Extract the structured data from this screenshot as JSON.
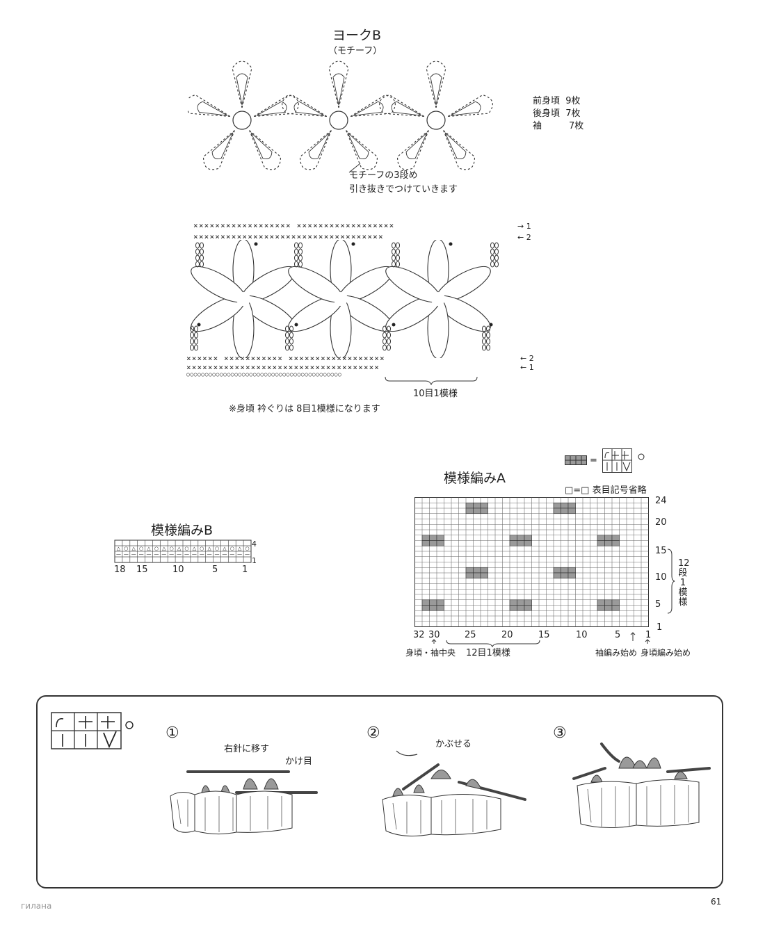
{
  "yoke": {
    "title": "ヨークB",
    "subtitle": "（モチーフ）",
    "counts": [
      {
        "part": "前身頃",
        "qty": "9枚"
      },
      {
        "part": "後身頃",
        "qty": "7枚"
      },
      {
        "part": "袖",
        "qty": "7枚"
      }
    ],
    "note_line1": "モチーフの3段め",
    "note_line2": "引き抜きでつけていきます"
  },
  "border": {
    "row_labels_top": [
      "1",
      "2"
    ],
    "row_labels_bottom": [
      "2",
      "1"
    ],
    "repeat_label": "10目1模様",
    "footnote": "※身頃 衿ぐりは 8目1模様になります",
    "top_row1": "×××××××××××××××××× ××××××××××××××××××",
    "top_row2": "×××××××××××××××××××××××××××××××××××",
    "bottom_row2": "×××××× ××××××××××× ××××××××××××××××××",
    "bottom_row1": "××××××××××××××××××××××××××××××××××××",
    "bottom_chain": "○○○○○○○○○○○○○○○○○○○○○○○○○○○○○○○○○○○○○○○○○○"
  },
  "pattern_b": {
    "title": "模様編みB",
    "row_labels": [
      "4",
      "1"
    ],
    "col_labels": [
      "18",
      "15",
      "10",
      "5",
      "1"
    ]
  },
  "pattern_a": {
    "title": "模様編みA",
    "legend_equals": "=",
    "legend_blank": "□=□ 表目記号省略",
    "row_labels": [
      "24",
      "20",
      "15",
      "10",
      "5",
      "1"
    ],
    "col_labels": [
      "32",
      "30",
      "25",
      "20",
      "15",
      "10",
      "5",
      "1"
    ],
    "side_label_line1": "12",
    "side_label_line2": "段",
    "side_label_line3": "1",
    "side_label_line4": "模",
    "side_label_line5": "様",
    "bottom_left_label": "身頃・袖中央",
    "repeat_label": "12目1模様",
    "sleeve_start": "袖編み始め",
    "body_start": "身頃編み始め"
  },
  "instructions": {
    "step1": "①",
    "step2": "②",
    "step3": "③",
    "step1_label_a": "右針に移す",
    "step1_label_b": "かけ目",
    "step2_label": "かぶせる"
  },
  "footer": {
    "watermark": "гилана",
    "page_number": "61"
  },
  "colors": {
    "shade": "#9a9a9a",
    "line": "#333333"
  }
}
